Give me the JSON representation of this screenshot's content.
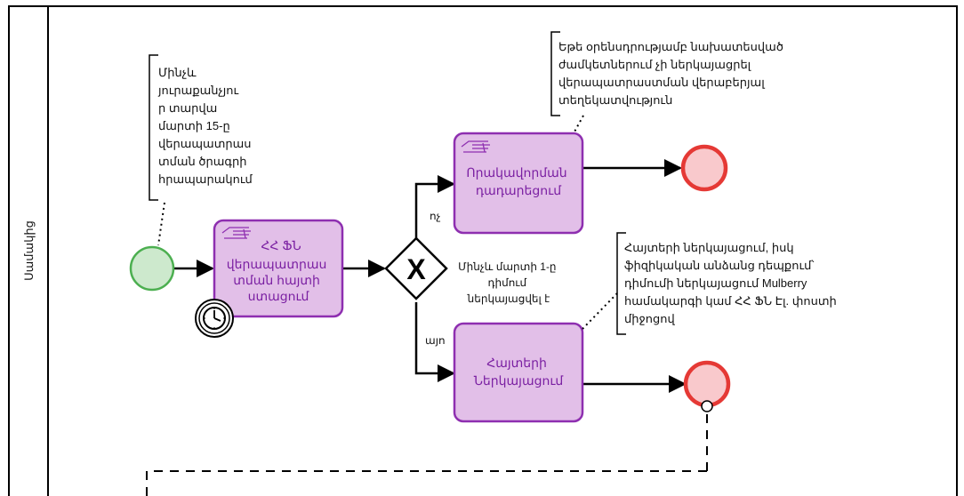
{
  "pool": {
    "lane_label": "Սամակից"
  },
  "start_event": {
    "type": "start"
  },
  "tasks": [
    {
      "id": "t1",
      "lines": [
        "ՀՀ ՖՆ",
        "վերապատրաս",
        "տման հայտի",
        "ստացում"
      ],
      "icon": "manual-hand-icon",
      "has_timer": true
    },
    {
      "id": "t2",
      "lines": [
        "Որակավորման",
        "դադարեցում"
      ],
      "icon": "manual-hand-icon"
    },
    {
      "id": "t3",
      "lines": [
        "Հայտերի",
        "Ներկայացում"
      ],
      "icon": ""
    }
  ],
  "gateway": {
    "type": "exclusive",
    "symbol": "X",
    "label_lines": [
      "Մինչև մարտի 1-ը",
      "դիմում",
      "ներկայացվել է"
    ]
  },
  "flows": {
    "no_label": "ոչ",
    "yes_label": "այո"
  },
  "annotations": [
    {
      "id": "a1",
      "lines": [
        "Մինչև",
        "յուրաքանչյու",
        "ր տարվա",
        "մարտի 15-ը",
        "վերապատրաս",
        "տման ծրագրի",
        "հրապարակում"
      ]
    },
    {
      "id": "a2",
      "lines": [
        "Եթե օրենսդրությամբ նախատեսված",
        "ժամկետներում չի ներկայացրել",
        "վերապատրաստման վերաբերյալ",
        "տեղեկատվություն"
      ]
    },
    {
      "id": "a3",
      "lines": [
        "Հայտերի ներկայացում, իսկ",
        "ֆիզիկական անձանց դեպքում՝",
        "դիմումի ներկայացում Mulberry",
        "համակարգի կամ ՀՀ ՖՆ Էլ. փոստի",
        "միջոցով"
      ]
    }
  ],
  "colors": {
    "task_fill": "#e2bfe8",
    "task_stroke": "#8e2fb0",
    "start_fill": "#cde9cd",
    "start_stroke": "#4caf50",
    "end_fill": "#f9c9cc",
    "end_stroke": "#e53935"
  }
}
